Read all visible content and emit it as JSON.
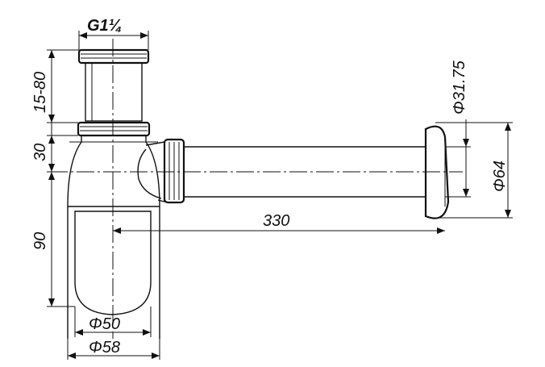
{
  "labels": {
    "thread": "G1¼",
    "dim_top": "15-80",
    "dim_mid": "30",
    "dim_bottom": "90",
    "length": "330",
    "pipe_dia": "Φ31.75",
    "flange_dia": "Φ64",
    "inner_dia": "Φ50",
    "outer_dia": "Φ58"
  }
}
